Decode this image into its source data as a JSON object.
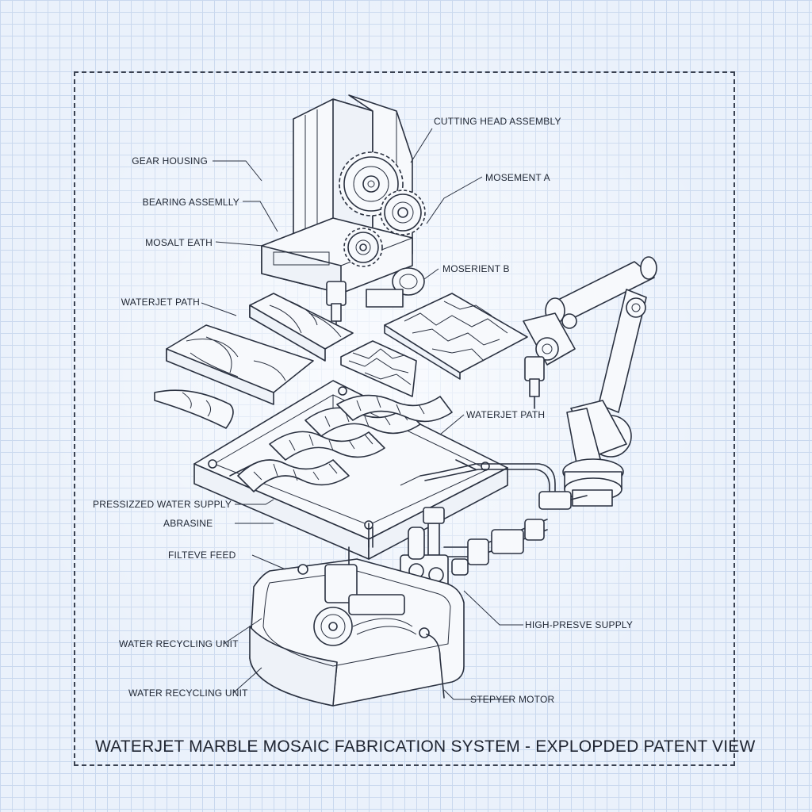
{
  "title": "WATERJET MARBLE MOSAIC FABRICATION SYSTEM - EXPLOPDED PATENT VIEW",
  "labels": {
    "cutting_head_assembly": "CUTTING HEAD ASSEMBLY",
    "gear_housing": "GEAR HOUSING",
    "mosement_a": "MOSEMENT A",
    "bearing_assembly": "BEARING ASSEMLLY",
    "mosait_eath": "MOSALT EATH",
    "mosedient_b": "MOSERIENT B",
    "waterjet_path_top": "WATERJET PATH",
    "waterjet_path_right": "WATERJET PATH",
    "pressurized_water_supply": "PRESSIZZED WATER SUPPLY",
    "abrasine": "ABRASINE",
    "filteve_feed": "FILTEVE FEED",
    "high_pressure_supply": "HIGH-PRESVE SUPPLY",
    "water_recycling_unit_1": "WATER RECYCLING UNIT",
    "water_recycling_unit_2": "WATER RECYCLING UNIT",
    "stepper_motor": "STEPYER MOTOR"
  },
  "colors": {
    "paper": "#eaf1fb",
    "grid": "#c9d8ee",
    "ink": "#2a3140"
  }
}
